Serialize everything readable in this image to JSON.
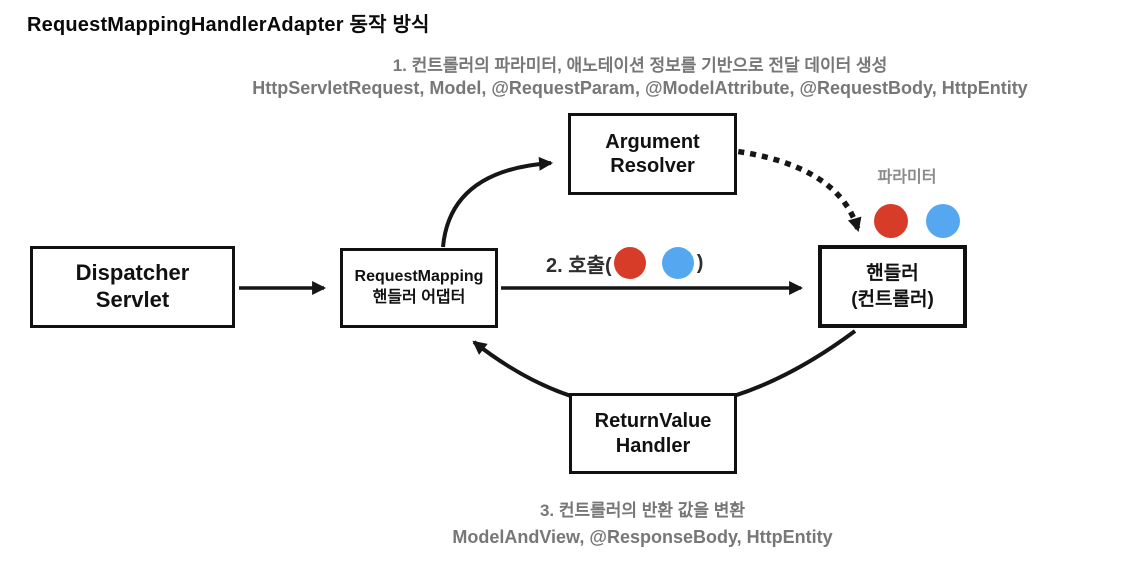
{
  "title": "RequestMappingHandlerAdapter 동작 방식",
  "annotations": {
    "step1_title": "1. 컨트롤러의 파라미터, 애노테이션 정보를 기반으로 전달 데이터 생성",
    "step1_detail": "HttpServletRequest, Model, @RequestParam, @ModelAttribute, @RequestBody, HttpEntity",
    "step3_title": "3. 컨트롤러의 반환 값을 변환",
    "step3_detail": "ModelAndView, @ResponseBody, HttpEntity",
    "parameter_label": "파라미터",
    "call_label_prefix": "2. 호출(",
    "call_label_suffix": ")"
  },
  "nodes": {
    "dispatcher_servlet": {
      "line1": "Dispatcher",
      "line2": "Servlet"
    },
    "request_mapping_adapter": {
      "line1": "RequestMapping",
      "line2": "핸들러 어댑터"
    },
    "argument_resolver": {
      "line1": "Argument",
      "line2": "Resolver"
    },
    "handler": {
      "line1": "핸들러",
      "line2": "(컨트롤러)"
    },
    "return_value_handler": {
      "line1": "ReturnValue",
      "line2": "Handler"
    }
  },
  "colors": {
    "red_dot": "#d63c28",
    "blue_dot": "#55a8f0",
    "muted_text": "#777777",
    "stroke": "#161616"
  }
}
